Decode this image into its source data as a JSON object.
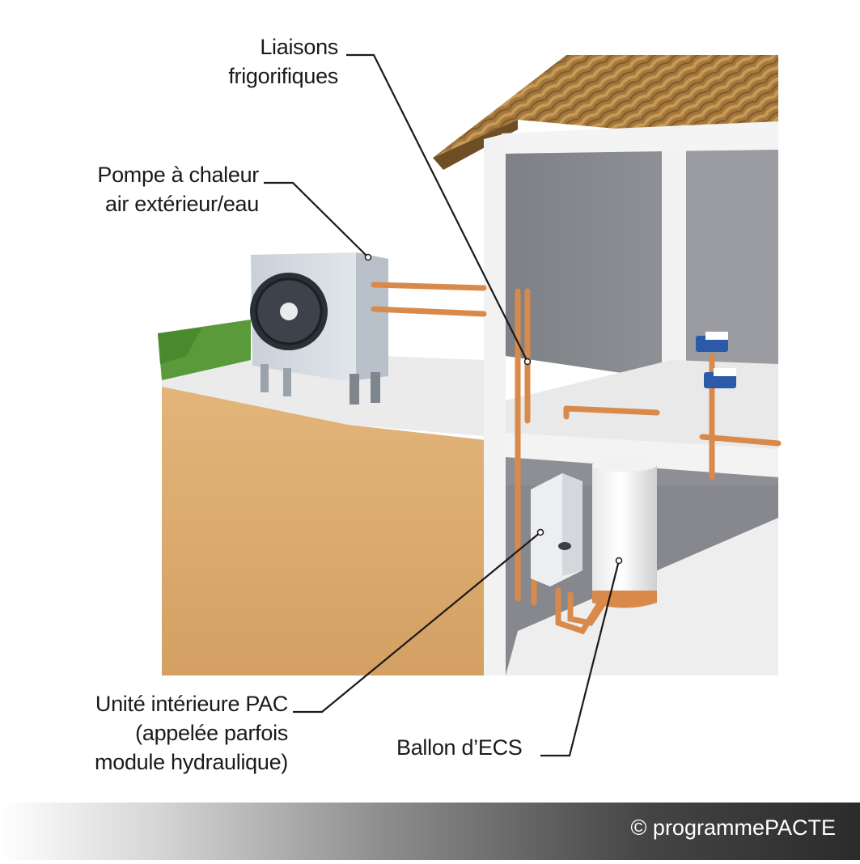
{
  "labels": {
    "refrigerant_lines": [
      "Liaisons",
      "frigorifiques"
    ],
    "outdoor_heat_pump": [
      "Pompe à chaleur",
      "air extérieur/eau"
    ],
    "indoor_unit": [
      "Unité intérieure PAC",
      "(appelée parfois",
      "module hydraulique)"
    ],
    "dhw_tank": [
      "Ballon d’ECS"
    ]
  },
  "footer": {
    "copyright": "© programmePACTE"
  },
  "colors": {
    "copper": "#d98a4a",
    "wall": "#8e9095",
    "slab": "#f0f0f0",
    "soil": "#d8a768",
    "grass": "#5a9a3a",
    "roof": "#a4773d",
    "leader": "#1a1a1a"
  }
}
